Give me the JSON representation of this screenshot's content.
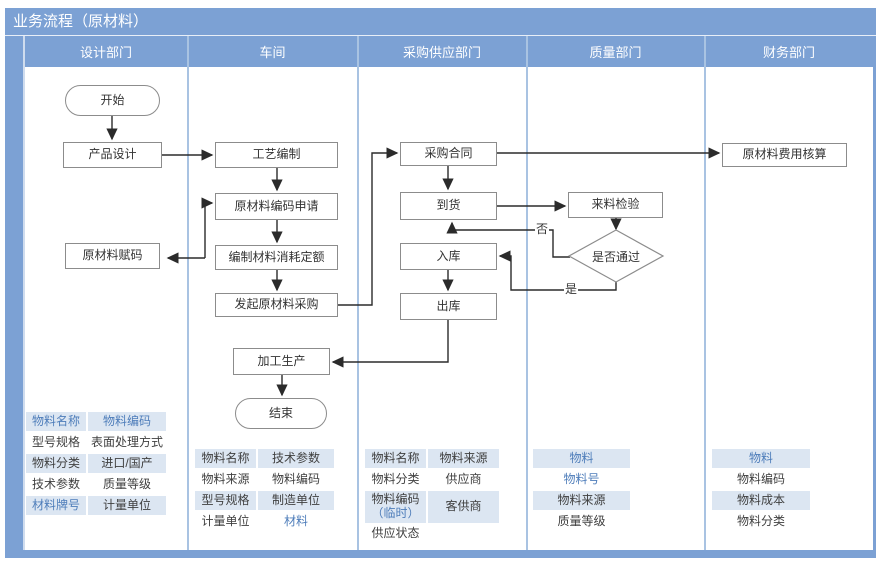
{
  "title": "业务流程（原材料）",
  "lanes": [
    {
      "header": "设计部门"
    },
    {
      "header": "车间"
    },
    {
      "header": "采购供应部门"
    },
    {
      "header": "质量部门"
    },
    {
      "header": "财务部门"
    }
  ],
  "nodes": {
    "start": "开始",
    "product_design": "产品设计",
    "material_coding": "原材料赋码",
    "process_compile": "工艺编制",
    "coding_apply": "原材料编码申请",
    "quota_compile": "编制材料消耗定额",
    "initiate_purchase": "发起原材料采购",
    "processing": "加工生产",
    "end": "结束",
    "purchase_contract": "采购合同",
    "arrival": "到货",
    "inbound": "入库",
    "outbound": "出库",
    "incoming_inspection": "来料检验",
    "pass_decision": "是否通过",
    "cost_accounting": "原材料费用核算"
  },
  "edge_labels": {
    "no": "否",
    "yes": "是"
  },
  "tables": {
    "design": {
      "rows": [
        {
          "c1": "物料名称",
          "c2": "物料编码"
        },
        {
          "c1": "型号规格",
          "c2": "表面处理方式"
        },
        {
          "c1": "物料分类",
          "c2": "进口/国产"
        },
        {
          "c1": "技术参数",
          "c2": "质量等级"
        },
        {
          "c1": "材料牌号",
          "c2": "计量单位"
        }
      ]
    },
    "workshop": {
      "rows": [
        {
          "c1": "物料名称",
          "c2": "技术参数"
        },
        {
          "c1": "物料来源",
          "c2": "物料编码"
        },
        {
          "c1": "型号规格",
          "c2": "制造单位"
        },
        {
          "c1": "计量单位",
          "c2": "材料"
        }
      ]
    },
    "procurement": {
      "rows": [
        {
          "c1": "物料名称",
          "c2": "物料来源"
        },
        {
          "c1": "物料分类",
          "c2": "供应商"
        },
        {
          "c1a": "物料编码",
          "c1b": "（临时）",
          "c2": "客供商"
        },
        {
          "c1": "供应状态",
          "c2": ""
        }
      ]
    },
    "quality": {
      "rows": [
        {
          "c1": "物料"
        },
        {
          "c1": "物料号"
        },
        {
          "c1": "物料来源"
        },
        {
          "c1": "质量等级"
        }
      ]
    },
    "finance": {
      "rows": [
        {
          "c1": "物料"
        },
        {
          "c1": "物料编码"
        },
        {
          "c1": "物料成本"
        },
        {
          "c1": "物料分类"
        }
      ]
    }
  },
  "colors": {
    "bar_blue": "#7ca1d4",
    "lane_border": "#a9c3e2",
    "row_blue": "#dce6f2",
    "accent_text": "#4e7dba"
  }
}
